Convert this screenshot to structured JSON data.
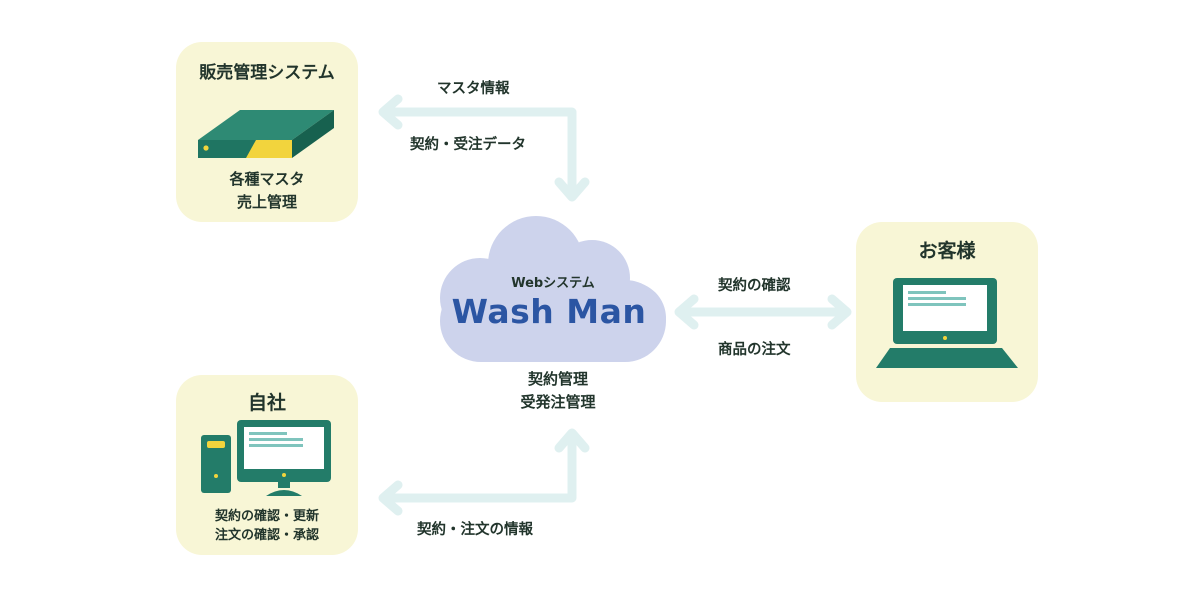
{
  "sales_system": {
    "title": "販売管理システム",
    "line1": "各種マスタ",
    "line2": "売上管理"
  },
  "own_company": {
    "title": "自社",
    "line1": "契約の確認・更新",
    "line2": "注文の確認・承認"
  },
  "customer": {
    "title": "お客様"
  },
  "web_system": {
    "subtitle": "Webシステム",
    "name": "Wash Man",
    "line1": "契約管理",
    "line2": "受発注管理"
  },
  "flows": {
    "top_label1": "マスタ情報",
    "top_label2": "契約・受注データ",
    "right_label1": "契約の確認",
    "right_label2": "商品の注文",
    "bottom_label": "契約・注文の情報"
  },
  "colors": {
    "box_bg": "#f8f6d6",
    "cloud": "#cdd3ec",
    "arrow": "#dff0f0",
    "device_green": "#237c69",
    "accent_yellow": "#f2d43d",
    "brand_blue": "#2b55a3"
  }
}
